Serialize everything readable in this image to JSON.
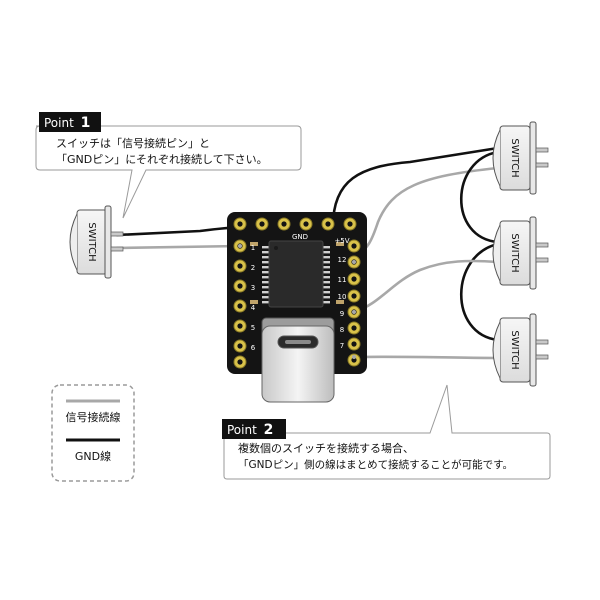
{
  "point1": {
    "label": "Point",
    "number": "1",
    "line1": "スイッチは「信号接続ピン」と",
    "line2": "「GNDピン」にそれぞれ接続して下さい。"
  },
  "point2": {
    "label": "Point",
    "number": "2",
    "line1": "複数個のスイッチを接続する場合、",
    "line2": "「GNDピン」側の線はまとめて接続することが可能です。"
  },
  "legend": {
    "signal": "信号接続線",
    "gnd": "GND線"
  },
  "switch_label": "SWITCH",
  "board": {
    "gnd": "GND",
    "plus5v": "+5V",
    "left_pins": [
      "1",
      "2",
      "3",
      "4",
      "5",
      "6"
    ],
    "right_pins": [
      "12",
      "11",
      "10",
      "9",
      "8",
      "7"
    ]
  },
  "colors": {
    "signal": "#a8a8a8",
    "gnd": "#111111",
    "board": "#141414",
    "pad": "#d9c24a"
  }
}
